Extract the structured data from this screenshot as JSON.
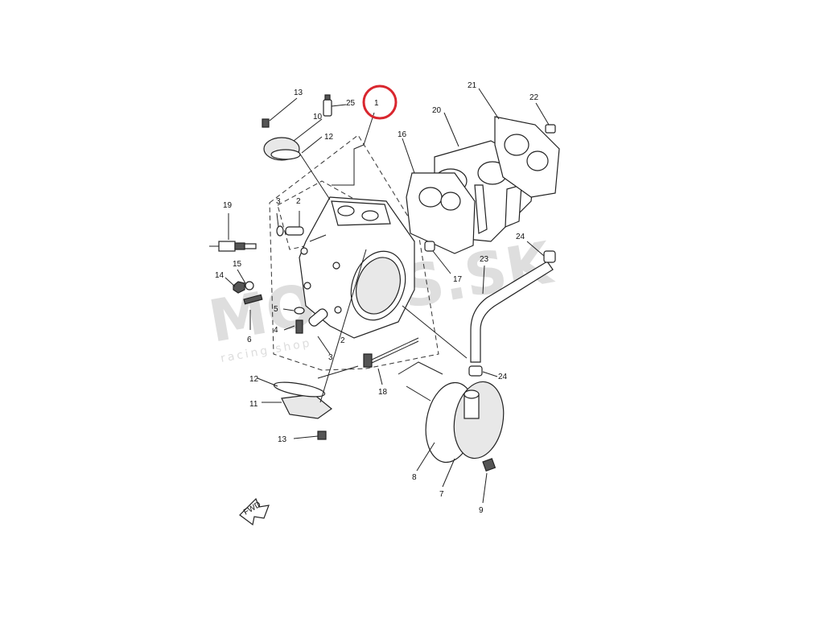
{
  "watermark": {
    "brand": "MOTOS.SK",
    "tagline": "racing shop"
  },
  "highlight": {
    "label": "1",
    "color": "#d9262e"
  },
  "fwd_label": "FWD",
  "callouts": {
    "c1": "1",
    "c2a": "2",
    "c2b": "2",
    "c3a": "3",
    "c3b": "3",
    "c4": "4",
    "c5": "5",
    "c6": "6",
    "c7": "7",
    "c8": "8",
    "c9": "9",
    "c10": "10",
    "c11": "11",
    "c12a": "12",
    "c12b": "12",
    "c13a": "13",
    "c13b": "13",
    "c14": "14",
    "c15": "15",
    "c16": "16",
    "c17": "17",
    "c18": "18",
    "c19": "19",
    "c20": "20",
    "c21": "21",
    "c22": "22",
    "c23": "23",
    "c24a": "24",
    "c24b": "24",
    "c25": "25"
  }
}
